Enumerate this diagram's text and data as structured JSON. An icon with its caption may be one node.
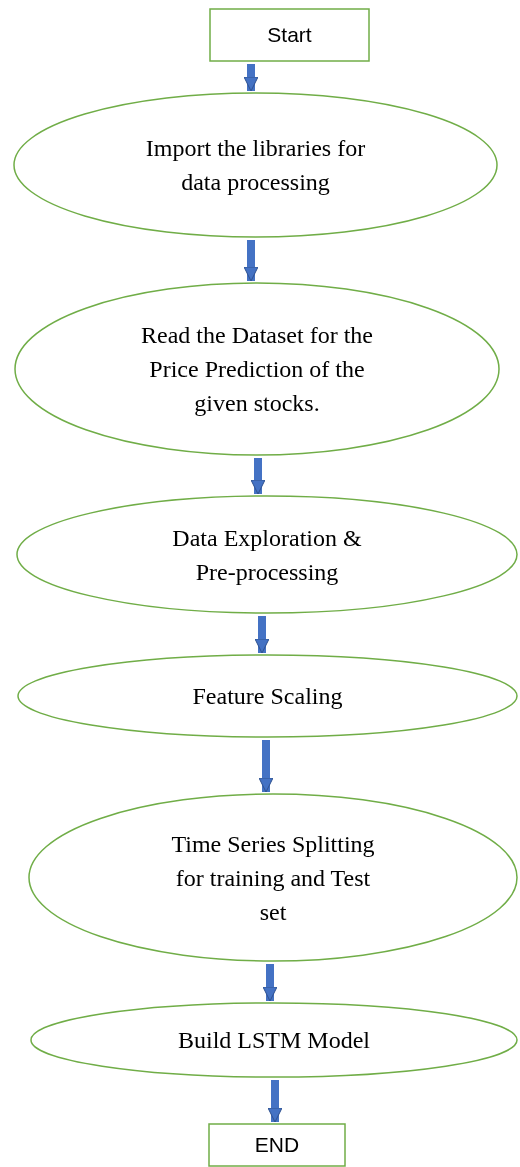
{
  "diagram": {
    "nodes": [
      {
        "text": [
          "Start"
        ]
      },
      {
        "text": [
          "Import the libraries for data processing"
        ]
      },
      {
        "text": [
          "Read the Dataset for the Price Prediction of the given stocks."
        ]
      },
      {
        "text": [
          "Data Exploration & Pre-processing"
        ]
      },
      {
        "text": [
          "Feature Scaling"
        ]
      },
      {
        "text": [
          "Time Series Splitting for training and Test set"
        ]
      },
      {
        "text": [
          "Build LSTM Model"
        ]
      },
      {
        "text": [
          "END"
        ]
      }
    ],
    "edges": [
      {
        "from": 0,
        "to": 1,
        "arrow": "to"
      },
      {
        "from": 1,
        "to": 2,
        "arrow": "to"
      },
      {
        "from": 2,
        "to": 3,
        "arrow": "to"
      },
      {
        "from": 3,
        "to": 4,
        "arrow": "to"
      },
      {
        "from": 4,
        "to": 5,
        "arrow": "to"
      },
      {
        "from": 5,
        "to": 6,
        "arrow": "to"
      },
      {
        "from": 6,
        "to": 7,
        "arrow": "to"
      }
    ]
  }
}
